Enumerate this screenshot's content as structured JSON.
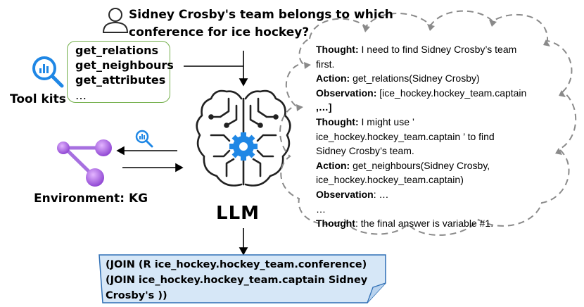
{
  "question": {
    "line1": "Sidney Crosby's team belongs to which",
    "line2": "conference for ice hockey?"
  },
  "toolkit": {
    "label": "Tool kits",
    "items": [
      "get_relations",
      "get_neighbours",
      "get_attributes",
      "…"
    ]
  },
  "environment": {
    "label": "Environment: KG"
  },
  "llm": {
    "label": "LLM"
  },
  "trace": {
    "lines": [
      {
        "key": "Thought:",
        "text": " I need to find Sidney Crosby’s team"
      },
      {
        "key": "",
        "text": "first."
      },
      {
        "key": "Action:",
        "text": " get_relations(Sidney Crosby)"
      },
      {
        "key": "Observation:",
        "text": " [ice_hockey.hockey_team.captain"
      },
      {
        "key": "",
        "text": ",…]",
        "bold": true
      },
      {
        "key": "Thought:",
        "text": " I might use  ’"
      },
      {
        "key": "",
        "text": "ice_hockey.hockey_team.captain ’ to  find"
      },
      {
        "key": "",
        "text": "Sidney Crosby’s team."
      },
      {
        "key": "Action:",
        "text": " get_neighbours(Sidney Crosby,"
      },
      {
        "key": "",
        "text": "ice_hockey.hockey_team.captain)"
      },
      {
        "key": "Observation",
        "text": ": …"
      },
      {
        "key": "",
        "text": "…"
      },
      {
        "key": "Thought",
        "text": ": the final answer is variable #1."
      }
    ]
  },
  "output": {
    "line1": "(JOIN (R ice_hockey.hockey_team.conference)",
    "line2": "(JOIN ice_hockey.hockey_team.captain Sidney",
    "line3": "Crosby's ))"
  },
  "colors": {
    "accent_blue": "#1f87e5",
    "toolkit_border": "#70ad47",
    "output_fill": "#d6e7f7",
    "output_border": "#2f6fb5",
    "kg_purple": "#9b4fd6",
    "cloud_gray": "#8a8a8a"
  }
}
